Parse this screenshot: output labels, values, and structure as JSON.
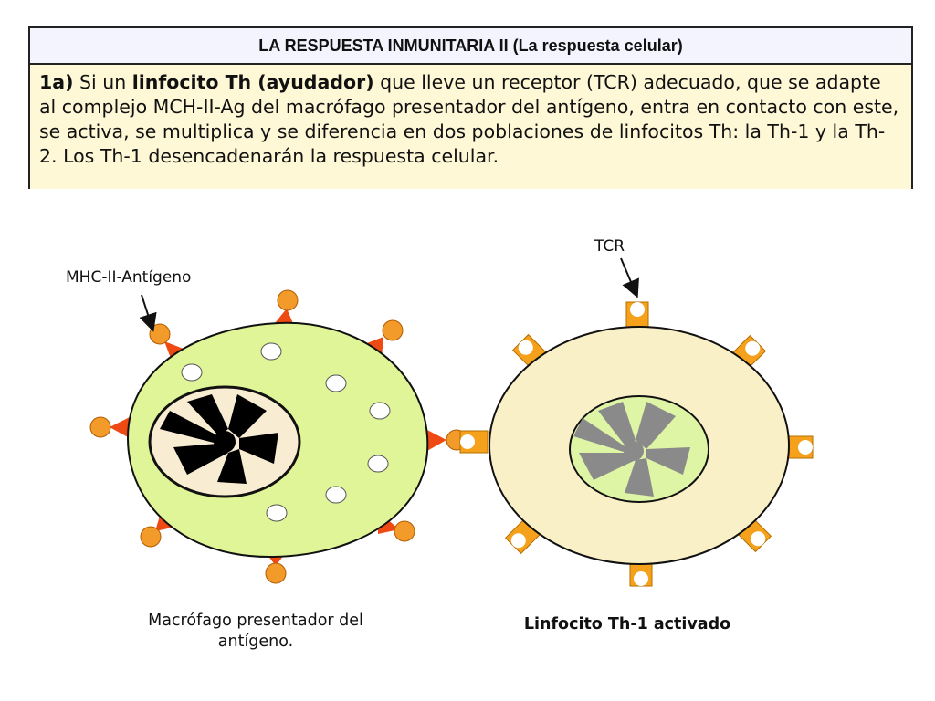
{
  "header": {
    "title": "LA RESPUESTA INMUNITARIA II (La respuesta celular)",
    "lead": "1a)",
    "t1": " Si un ",
    "b1": "linfocito Th (ayudador)",
    "t2": " que lleve un receptor (TCR) adecuado, que se adapte al complejo MCH-II-Ag del macrófago presentador del antígeno, entra en contacto con este, se activa, se multiplica y se diferencia en dos poblaciones de linfocitos Th: la Th-1 y la Th-2. Los Th-1 desencadenarán la respuesta celular."
  },
  "labels": {
    "mhc": "MHC-II-Antígeno",
    "tcr": "TCR"
  },
  "captions": {
    "macrophage_line1": "Macrófago presentador del",
    "macrophage_line2": "antígeno.",
    "lymphocyte": "Linfocito Th-1 activado"
  },
  "colors": {
    "macrophage_cytoplasm": "#dff597",
    "macrophage_nucleus": "#f8ecd2",
    "chromatin_macrophage": "#000000",
    "lymphocyte_cytoplasm": "#faf0c8",
    "lymphocyte_nucleus": "#dff5a6",
    "chromatin_lymphocyte": "#8a8a8a",
    "mhc_triangle": "#f04a14",
    "antigen": "#f29a2a",
    "tcr": "#f5a11c"
  }
}
